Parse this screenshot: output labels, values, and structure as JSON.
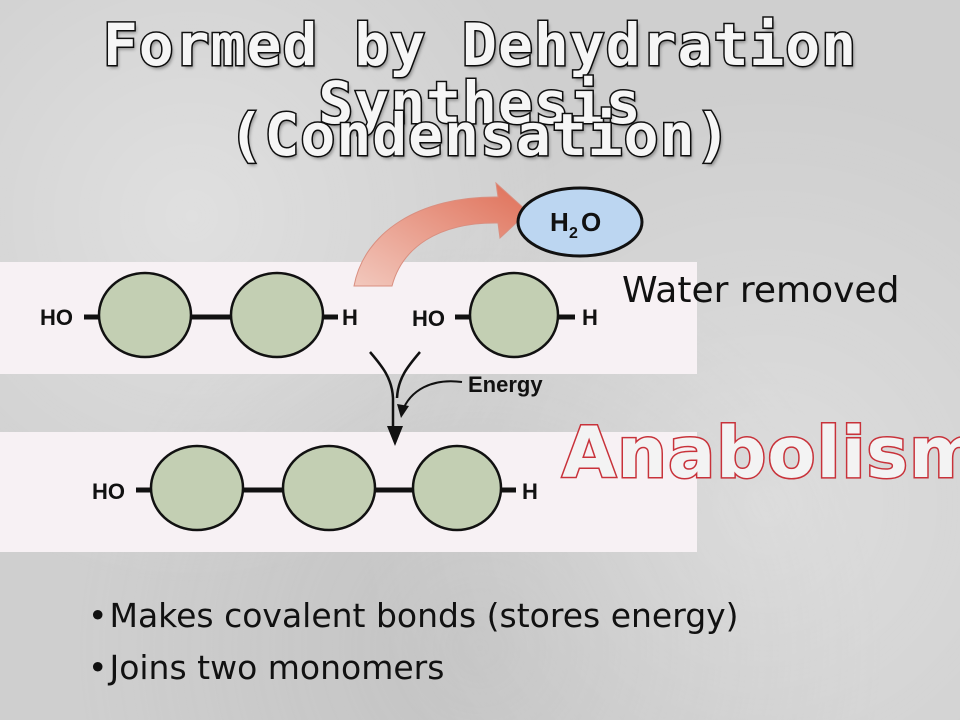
{
  "title": {
    "line1": "Formed by Dehydration Synthesis",
    "line2": "(Condensation)"
  },
  "diagram": {
    "water_molecule": {
      "h": "H",
      "sub": "2",
      "o": "O"
    },
    "top_row": {
      "left_chain": {
        "start": "HO",
        "end": "H"
      },
      "right_chain": {
        "start": "HO",
        "end": "H"
      }
    },
    "energy_label": "Energy",
    "bottom_row": {
      "start": "HO",
      "end": "H"
    }
  },
  "water_removed_label": "Water removed",
  "anabolism_label": "Anabolism",
  "bullets": [
    {
      "mark": "•",
      "text": "Makes covalent bonds (stores energy)"
    },
    {
      "mark": "•",
      "text": "Joins two monomers"
    }
  ],
  "colors": {
    "monomer_fill": "#c3cfb3",
    "water_fill": "#bcd6f1",
    "arrow_salmon": "#e47a63",
    "anabolism_outline": "#c8323a"
  }
}
